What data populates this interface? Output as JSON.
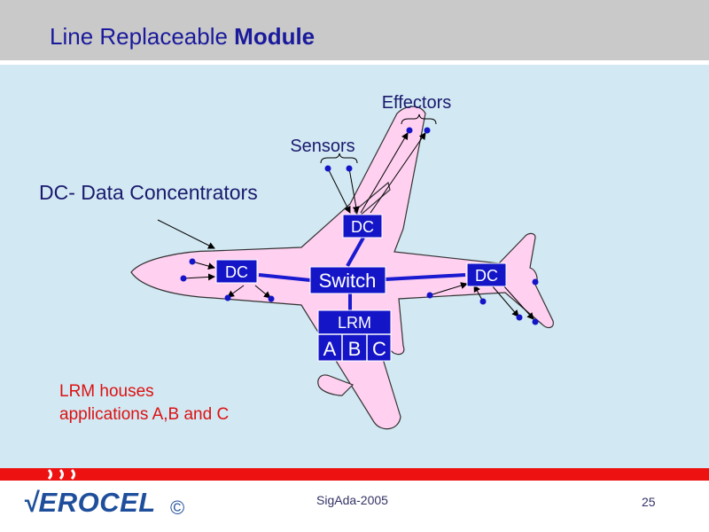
{
  "title": {
    "prefix": "Line Replaceable ",
    "emphasis": "Module"
  },
  "diagram": {
    "effectors_label": "Effectors",
    "sensors_label": "Sensors",
    "dc_heading": "DC- Data Concentrators",
    "dc_label": "DC",
    "switch_label": "Switch",
    "lrm_label": "LRM",
    "apps": [
      "A",
      "B",
      "C"
    ],
    "note_line1": "LRM houses",
    "note_line2": "applications A,B and C"
  },
  "footer": {
    "logo_text": "√EROCEL",
    "logo_symbol": "©",
    "center_text": "SigAda-2005",
    "page_number": "25"
  },
  "colors": {
    "title_text": "#1a1a9c",
    "fuselage": "#ffd0f0",
    "box": "#1515c8",
    "network_line": "#1a1ad0",
    "note_text": "#dd1111",
    "footer_band": "#ee1111",
    "background": "#d2e8f2"
  }
}
